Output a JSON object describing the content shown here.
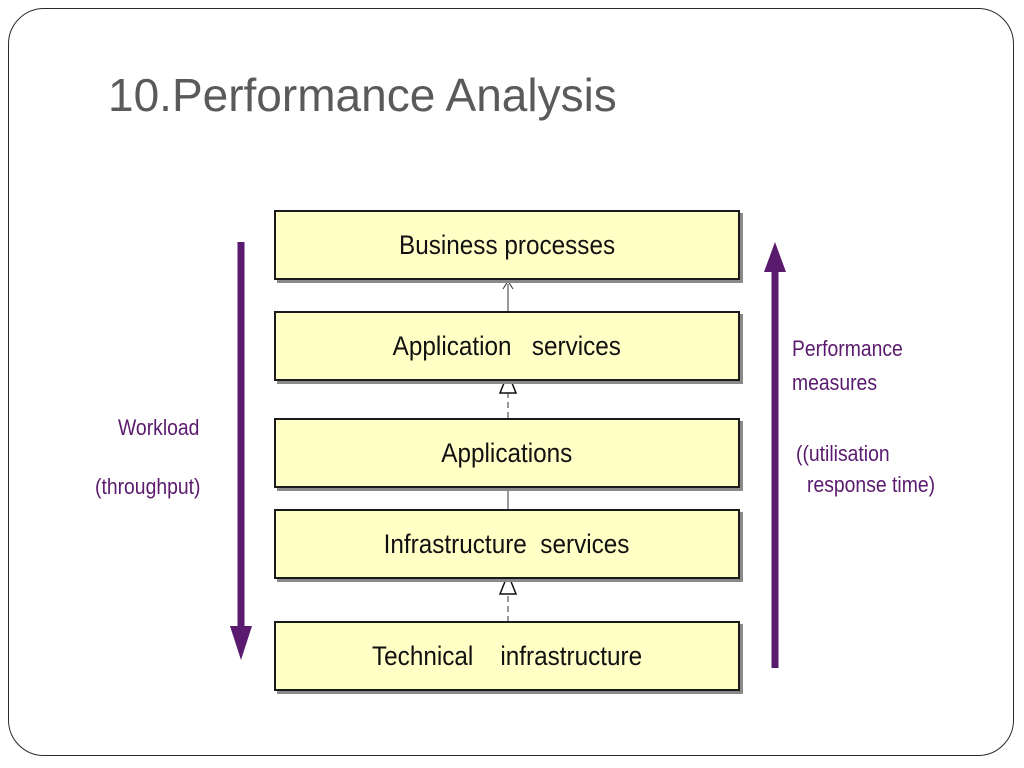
{
  "slide": {
    "title": "10.Performance Analysis"
  },
  "diagram": {
    "layers": [
      {
        "label": "Business processes"
      },
      {
        "label": "Application   services"
      },
      {
        "label": "Applications"
      },
      {
        "label": "Infrastructure  services"
      },
      {
        "label": "Technical    infrastructure"
      }
    ],
    "left_annotation": {
      "line1": "Workload",
      "line2": "(throughput)"
    },
    "right_annotation": {
      "line1": "Performance",
      "line2": "measures",
      "line3": "((utilisation",
      "line4": "response time)"
    },
    "colors": {
      "box_fill": "#ffffc6",
      "box_border": "#1a1a1a",
      "arrow": "#5a1a6e",
      "title": "#5a5a5a"
    }
  }
}
